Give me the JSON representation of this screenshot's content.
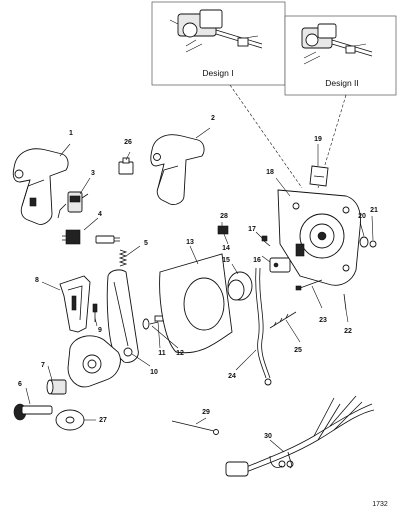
{
  "insets": [
    {
      "title": "Design I"
    },
    {
      "title": "Design II"
    }
  ],
  "callouts": [
    "1",
    "2",
    "3",
    "4",
    "5",
    "6",
    "7",
    "8",
    "9",
    "10",
    "11",
    "12",
    "13",
    "14",
    "15",
    "16",
    "17",
    "18",
    "19",
    "20",
    "21",
    "22",
    "23",
    "24",
    "25",
    "26",
    "27",
    "28",
    "29",
    "30"
  ],
  "figure_number": "1732"
}
